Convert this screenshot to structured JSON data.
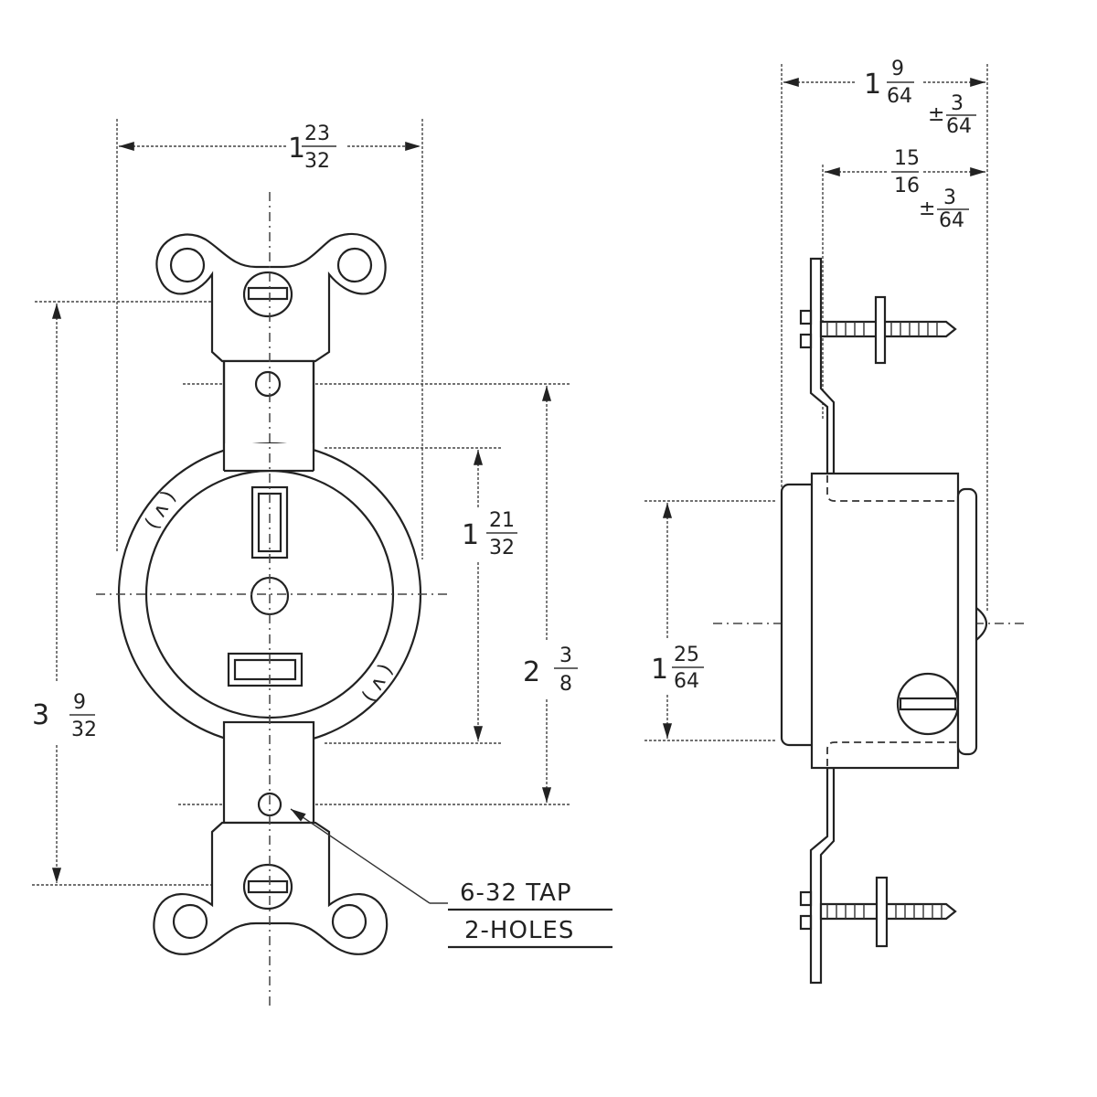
{
  "title": "Single receptacle dimension drawing",
  "dimensions": {
    "front_width": {
      "whole": "1",
      "num": "23",
      "den": "32"
    },
    "overall_height": {
      "whole": "3",
      "num": "9",
      "den": "32"
    },
    "mount_hole_spacing": {
      "whole": "2",
      "num": "3",
      "den": "8"
    },
    "face_height": {
      "whole": "1",
      "num": "21",
      "den": "32"
    },
    "side_depth": {
      "whole": "1",
      "num": "9",
      "den": "64",
      "tol_sign": "±",
      "tol_num": "3",
      "tol_den": "64"
    },
    "side_strap_depth": {
      "num": "15",
      "den": "16",
      "tol_sign": "±",
      "tol_num": "3",
      "tol_den": "64"
    },
    "side_face_height": {
      "whole": "1",
      "num": "25",
      "den": "64"
    }
  },
  "callout": {
    "line1": "6-32 TAP",
    "line2": "2-HOLES"
  }
}
